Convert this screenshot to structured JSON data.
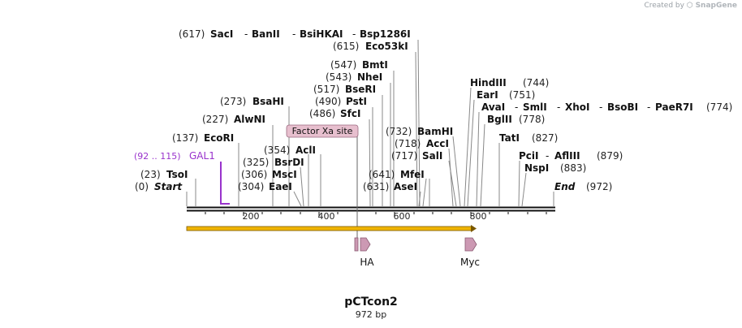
{
  "credit": {
    "prefix": "Created by",
    "brand": "SnapGene"
  },
  "plasmid": {
    "name": "pCTcon2",
    "size_label": "972 bp",
    "length": 972
  },
  "colors": {
    "label_text": "#111111",
    "position_text": "#222222",
    "feature_purple": "#9933cc",
    "orf_fill": "#f0b400",
    "orf_edge": "#7a5800",
    "tag_fill": "#cc99b3",
    "tag_edge": "#8a5a72",
    "factor_xa_fill": "#e7bfce",
    "leader_line": "#888888",
    "backbone": "#111111"
  },
  "ruler_ticks": [
    "200",
    "400",
    "600",
    "800"
  ],
  "sites": [
    {
      "text": "(0)",
      "bold": false,
      "italic": false
    },
    {
      "text": "Start",
      "bold": true,
      "italic": true
    },
    {
      "text": "(23)",
      "bold": false,
      "italic": false
    },
    {
      "text": "TsoI",
      "bold": true,
      "italic": false
    },
    {
      "text": "(92 .. 115)",
      "bold": false,
      "italic": false,
      "purple": true
    },
    {
      "text": "GAL1",
      "bold": false,
      "italic": false,
      "purple": true
    },
    {
      "text": "(137)",
      "bold": false,
      "italic": false
    },
    {
      "text": "EcoRI",
      "bold": true,
      "italic": false
    },
    {
      "text": "(227)",
      "bold": false,
      "italic": false
    },
    {
      "text": "AlwNI",
      "bold": true,
      "italic": false
    },
    {
      "text": "(273)",
      "bold": false,
      "italic": false
    },
    {
      "text": "BsaHI",
      "bold": true,
      "italic": false
    },
    {
      "text": "(304)",
      "bold": false,
      "italic": false
    },
    {
      "text": "EaeI",
      "bold": true,
      "italic": false
    },
    {
      "text": "(306)",
      "bold": false,
      "italic": false
    },
    {
      "text": "MscI",
      "bold": true,
      "italic": false
    },
    {
      "text": "(325)",
      "bold": false,
      "italic": false
    },
    {
      "text": "BsrDI",
      "bold": true,
      "italic": false
    },
    {
      "text": "(354)",
      "bold": false,
      "italic": false
    },
    {
      "text": "AclI",
      "bold": true,
      "italic": false
    },
    {
      "text": "(486)",
      "bold": false,
      "italic": false
    },
    {
      "text": "SfcI",
      "bold": true,
      "italic": false
    },
    {
      "text": "(490)",
      "bold": false,
      "italic": false
    },
    {
      "text": "PstI",
      "bold": true,
      "italic": false
    },
    {
      "text": "(517)",
      "bold": false,
      "italic": false
    },
    {
      "text": "BseRI",
      "bold": true,
      "italic": false
    },
    {
      "text": "(543)",
      "bold": false,
      "italic": false
    },
    {
      "text": "NheI",
      "bold": true,
      "italic": false
    },
    {
      "text": "(547)",
      "bold": false,
      "italic": false
    },
    {
      "text": "BmtI",
      "bold": true,
      "italic": false
    },
    {
      "text": "(615)",
      "bold": false,
      "italic": false
    },
    {
      "text": "Eco53kI",
      "bold": true,
      "italic": false
    },
    {
      "text": "(617)",
      "bold": false,
      "italic": false
    },
    {
      "text": "SacI",
      "bold": true,
      "italic": false
    },
    {
      "text": "-",
      "bold": false,
      "italic": false
    },
    {
      "text": "BanII",
      "bold": true,
      "italic": false
    },
    {
      "text": "-",
      "bold": false,
      "italic": false
    },
    {
      "text": "BsiHKAI",
      "bold": true,
      "italic": false
    },
    {
      "text": "-",
      "bold": false,
      "italic": false
    },
    {
      "text": "Bsp1286I",
      "bold": true,
      "italic": false
    },
    {
      "text": "(631)",
      "bold": false,
      "italic": false
    },
    {
      "text": "AseI",
      "bold": true,
      "italic": false
    },
    {
      "text": "(641)",
      "bold": false,
      "italic": false
    },
    {
      "text": "MfeI",
      "bold": true,
      "italic": false
    },
    {
      "text": "(717)",
      "bold": false,
      "italic": false
    },
    {
      "text": "SalI",
      "bold": true,
      "italic": false
    },
    {
      "text": "(718)",
      "bold": false,
      "italic": false
    },
    {
      "text": "AccI",
      "bold": true,
      "italic": false
    },
    {
      "text": "(732)",
      "bold": false,
      "italic": false
    },
    {
      "text": "BamHI",
      "bold": true,
      "italic": false
    },
    {
      "text": "HindIII",
      "bold": true,
      "italic": false
    },
    {
      "text": "(744)",
      "bold": false,
      "italic": false
    },
    {
      "text": "EarI",
      "bold": true,
      "italic": false
    },
    {
      "text": "(751)",
      "bold": false,
      "italic": false
    },
    {
      "text": "AvaI",
      "bold": true,
      "italic": false
    },
    {
      "text": "-",
      "bold": false,
      "italic": false
    },
    {
      "text": "SmlI",
      "bold": true,
      "italic": false
    },
    {
      "text": "-",
      "bold": false,
      "italic": false
    },
    {
      "text": "XhoI",
      "bold": true,
      "italic": false
    },
    {
      "text": "-",
      "bold": false,
      "italic": false
    },
    {
      "text": "BsoBI",
      "bold": true,
      "italic": false
    },
    {
      "text": "-",
      "bold": false,
      "italic": false
    },
    {
      "text": "PaeR7I",
      "bold": true,
      "italic": false
    },
    {
      "text": "(774)",
      "bold": false,
      "italic": false
    },
    {
      "text": "BglII",
      "bold": true,
      "italic": false
    },
    {
      "text": "(778)",
      "bold": false,
      "italic": false
    },
    {
      "text": "TatI",
      "bold": true,
      "italic": false
    },
    {
      "text": "(827)",
      "bold": false,
      "italic": false
    },
    {
      "text": "PciI",
      "bold": true,
      "italic": false
    },
    {
      "text": "-",
      "bold": false,
      "italic": false
    },
    {
      "text": "AflIII",
      "bold": true,
      "italic": false
    },
    {
      "text": "(879)",
      "bold": false,
      "italic": false
    },
    {
      "text": "NspI",
      "bold": true,
      "italic": false
    },
    {
      "text": "(883)",
      "bold": false,
      "italic": false
    },
    {
      "text": "End",
      "bold": true,
      "italic": true
    },
    {
      "text": "(972)",
      "bold": false,
      "italic": false
    }
  ],
  "features": {
    "factor_xa": "Factor Xa site",
    "ha": "HA",
    "myc": "Myc"
  }
}
